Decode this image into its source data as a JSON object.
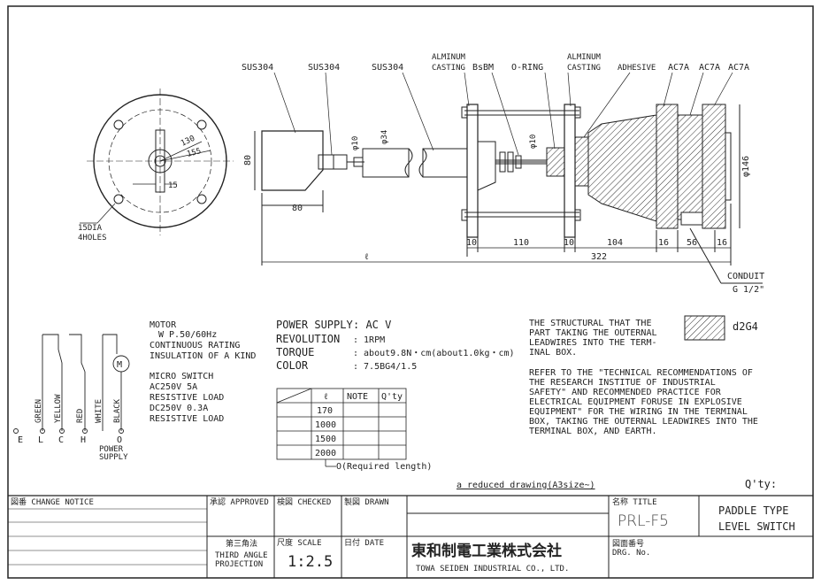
{
  "labels": {
    "sus304_1": "SUS304",
    "sus304_2": "SUS304",
    "sus304_3": "SUS304",
    "alminum_1": "ALMINUM",
    "casting_1": "CASTING",
    "bsbm": "BsBM",
    "oring": "O-RING",
    "alminum_2": "ALMINUM",
    "casting_2": "CASTING",
    "adhesive": "ADHESIVE",
    "ac7a_1": "AC7A",
    "ac7a_2": "AC7A",
    "ac7a_3": "AC7A",
    "conduit": "CONDUIT",
    "conduit_size": "G 1/2\"",
    "holes_1": "15DIA",
    "holes_2": "4HOLES"
  },
  "dims": {
    "d130": "130",
    "d155": "155",
    "d15": "15",
    "d80v": "80",
    "d80h": "80",
    "phi10a": "φ10",
    "phi34": "φ34",
    "phi10b": "φ10",
    "phi146": "φ146",
    "l10a": "10",
    "l110": "110",
    "l10b": "10",
    "l104": "104",
    "l16a": "16",
    "l56": "56",
    "l16b": "16",
    "lL": "ℓ",
    "l322": "322"
  },
  "motor": {
    "lines": [
      "MOTOR",
      "W P.50/60Hz",
      "CONTINUOUS RATING",
      "INSULATION OF A KIND"
    ],
    "micro": [
      "MICRO SWITCH",
      "AC250V 5A",
      "RESISTIVE LOAD",
      "DC250V 0.3A",
      "RESISTIVE LOAD"
    ]
  },
  "wiring": {
    "wires": [
      "GREEN",
      "YELLOW",
      "RED",
      "WHITE",
      "BLACK"
    ],
    "terminals": [
      "E",
      "L",
      "C",
      "H",
      "O"
    ],
    "power": [
      "POWER",
      "SUPPLY"
    ]
  },
  "specs": [
    {
      "label": "POWER SUPPLY",
      "value": ": AC        V"
    },
    {
      "label": "REVOLUTION",
      "value": ": 1RPM"
    },
    {
      "label": "TORQUE",
      "value": ": about9.8N・cm(about1.0kg・cm)"
    },
    {
      "label": "COLOR",
      "value": ": 7.5BG4/1.5"
    }
  ],
  "length_table": {
    "headers": [
      "ℓ",
      "NOTE",
      "Q'ty"
    ],
    "rows": [
      "170",
      "1000",
      "1500",
      "2000"
    ],
    "note": "O(Required length)"
  },
  "structural_note": [
    "THE STRUCTURAL THAT THE",
    "PART TAKING THE OUTERNAL",
    "LEADWIRES INTO THE TERM-",
    "INAL BOX."
  ],
  "refer_note": [
    "REFER TO THE \"TECHNICAL RECOMMENDATIONS OF",
    "THE RESEARCH INSTITUE OF INDUSTRIAL",
    "SAFETY\" AND RECOMMENDED PRACTICE FOR",
    "ELECTRICAL EQUIPMENT FORUSE IN EXPLOSIVE",
    "EQUIPMENT\" FOR THE WIRING IN THE TERMINAL",
    "BOX, TAKING THE OUTERNAL LEADWIRES INTO THE",
    "TERMINAL BOX, AND EARTH."
  ],
  "legend_code": "d2G4",
  "reduced_note": "a reduced drawing(A3size~)",
  "qty_label": "Q'ty:",
  "title_block": {
    "change_notice": "図番 CHANGE NOTICE",
    "approved": "承認 APPROVED",
    "checked": "検図 CHECKED",
    "drawn": "製図 DRAWN",
    "projection_jp": "第三角法",
    "projection_en1": "THIRD ANGLE",
    "projection_en2": "PROJECTION",
    "scale_label": "尺度 SCALE",
    "scale_value": "1:2.5",
    "date_label": "日付 DATE",
    "company_jp": "東和制電工業株式会社",
    "company_en": "TOWA SEIDEN INDUSTRIAL CO., LTD.",
    "title_label": "名称 TITLE",
    "model": "PRL-F5",
    "title_1": "PADDLE TYPE",
    "title_2": "LEVEL SWITCH",
    "drawing_no_label": "図面番号",
    "drawing_no_en": "DRG. No."
  }
}
